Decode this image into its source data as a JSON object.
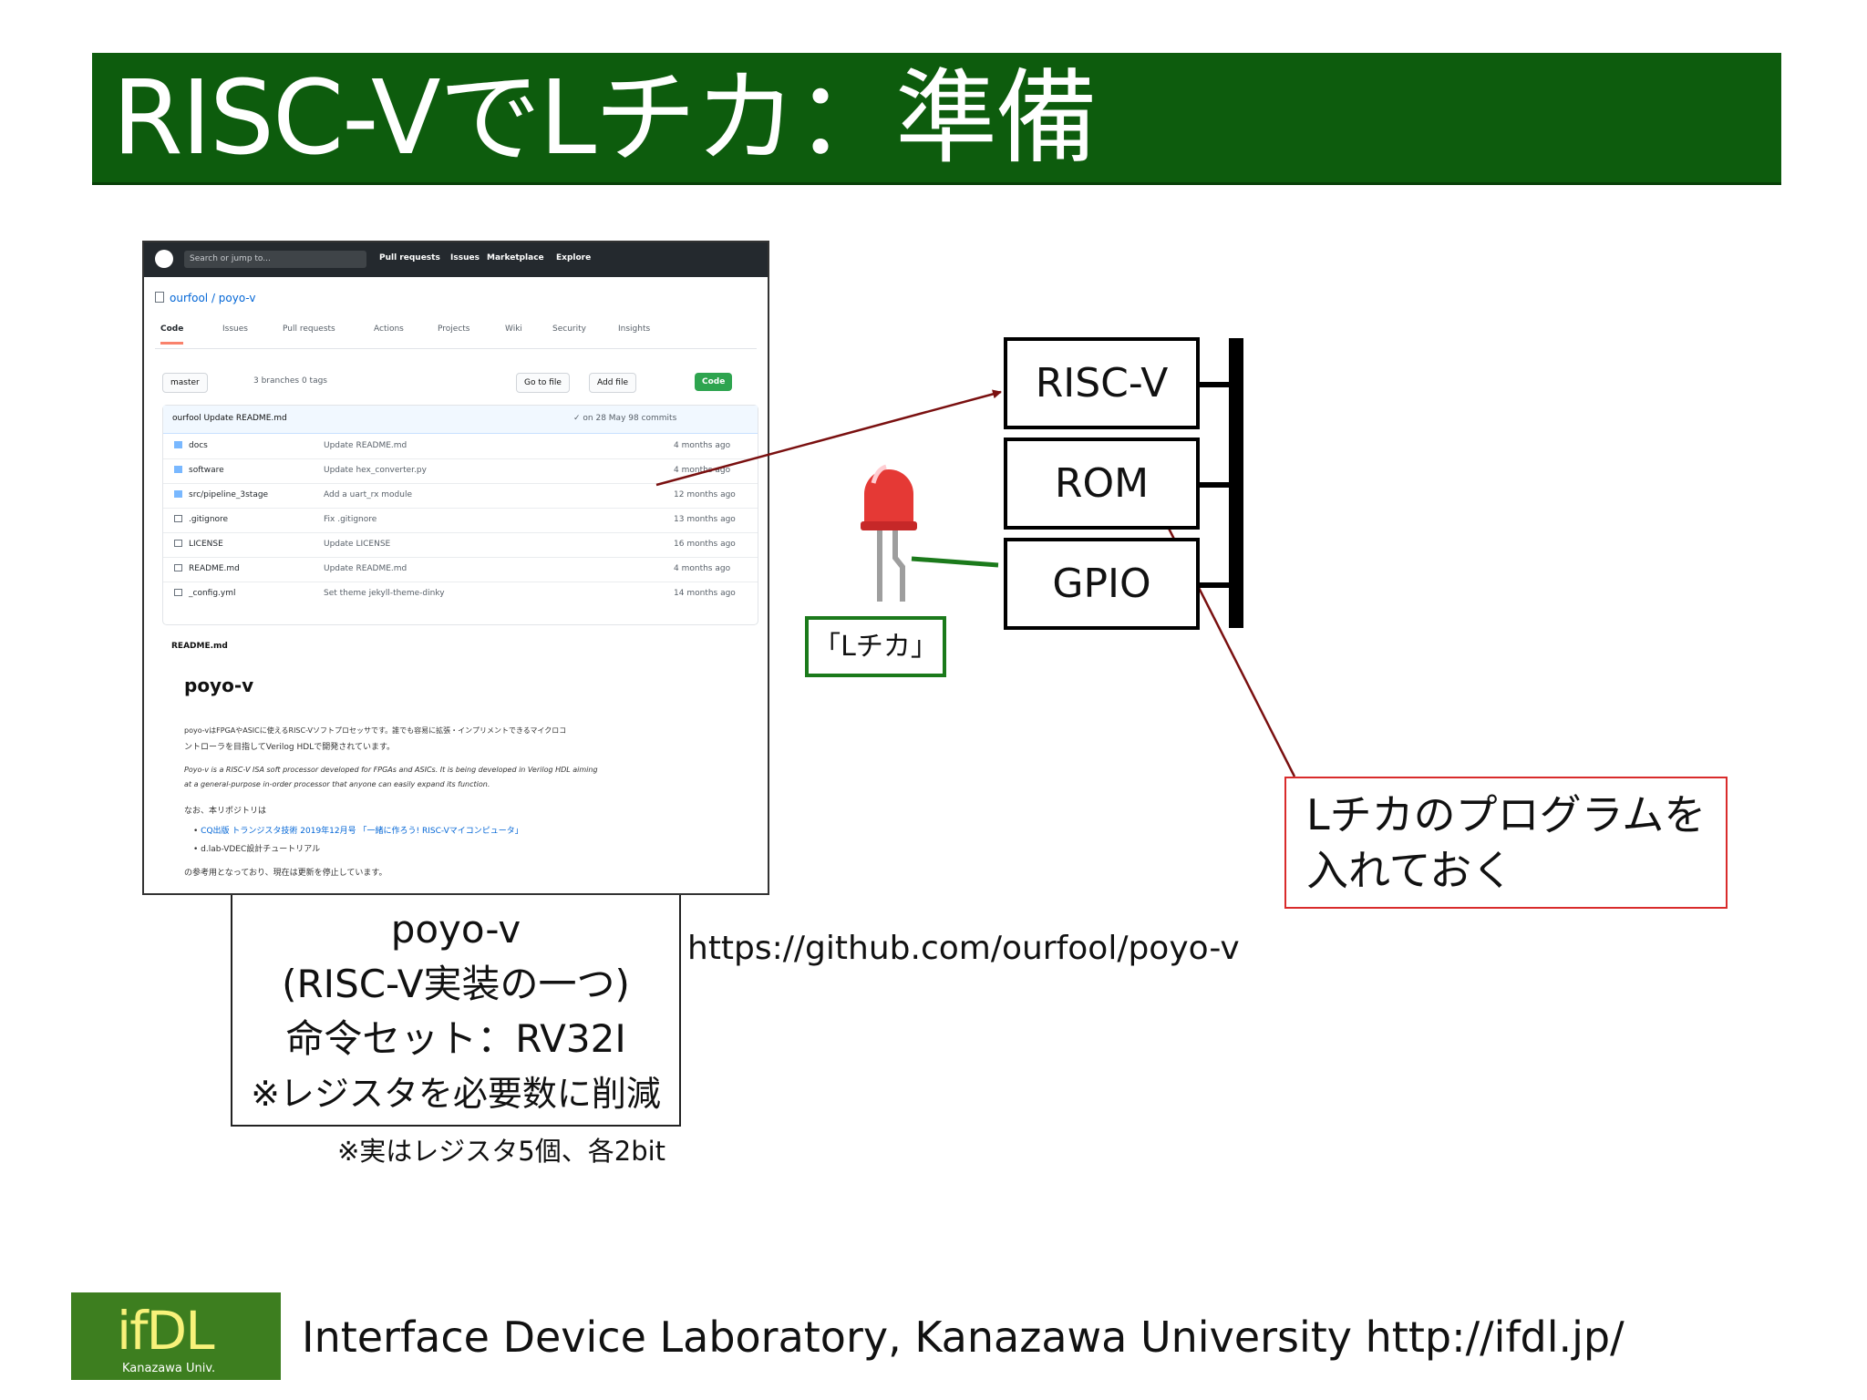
{
  "title": "RISC-VでLチカ：準備",
  "github": {
    "search_placeholder": "Search or jump to...",
    "nav": [
      "Pull requests",
      "Issues",
      "Marketplace",
      "Explore"
    ],
    "repo": "ourfool / poyo-v",
    "tabs": [
      "Code",
      "Issues",
      "Pull requests",
      "Actions",
      "Projects",
      "Wiki",
      "Security",
      "Insights"
    ],
    "branch": "master",
    "branches_info": "3 branches   0 tags",
    "go_to_file": "Go to file",
    "add_file": "Add file",
    "code_button": "Code",
    "commit_author": "ourfool Update README.md",
    "commit_meta": "✓ on 28 May   98 commits",
    "files": [
      {
        "name": "docs",
        "type": "dir",
        "message": "Update README.md",
        "age": "4 months ago"
      },
      {
        "name": "software",
        "type": "dir",
        "message": "Update hex_converter.py",
        "age": "4 months ago"
      },
      {
        "name": "src/pipeline_3stage",
        "type": "dir",
        "message": "Add a uart_rx module",
        "age": "12 months ago"
      },
      {
        "name": ".gitignore",
        "type": "file",
        "message": "Fix .gitignore",
        "age": "13 months ago"
      },
      {
        "name": "LICENSE",
        "type": "file",
        "message": "Update LICENSE",
        "age": "16 months ago"
      },
      {
        "name": "README.md",
        "type": "file",
        "message": "Update README.md",
        "age": "4 months ago"
      },
      {
        "name": "_config.yml",
        "type": "file",
        "message": "Set theme jekyll-theme-dinky",
        "age": "14 months ago"
      }
    ],
    "readme_label": "README.md",
    "readme_title": "poyo-v",
    "readme_ja_1": "poyo-vはFPGAやASICに使えるRISC-Vソフトプロセッサです。誰でも容易に拡張・インプリメントできるマイクロコ",
    "readme_ja_2": "ントローラを目指してVerilog HDLで開発されています。",
    "readme_en_1": "Poyo-v is a RISC-V ISA soft processor developed for FPGAs and ASICs. It is being developed in Verilog HDL aiming",
    "readme_en_2": "at a general-purpose in-order processor that anyone can easily expand its function.",
    "readme_note": "なお、本リポジトリは",
    "readme_link_1": "CQ出版 トランジスタ技術 2019年12月号 「一緒に作ろう! RISC-Vマイコンピュータ」",
    "readme_link_2": "d.lab-VDEC設計チュートリアル",
    "readme_footer": "の参考用となっており、現在は更新を停止しています。"
  },
  "caption": {
    "line1": "poyo-v",
    "line2": "(RISC-V実装の一つ)",
    "line3": "命令セット：RV32I",
    "line4": "※レジスタを必要数に削減"
  },
  "caption_note": "※実はレジスタ5個、各2bit",
  "url": "https://github.com/ourfool/poyo-v",
  "diagram": {
    "blocks": [
      "RISC-V",
      "ROM",
      "GPIO"
    ],
    "lchika_label": "「Lチカ」",
    "note_line1": "Lチカのプログラムを",
    "note_line2": "入れておく"
  },
  "footer": {
    "logo_text": "ifDL",
    "logo_sub": "Kanazawa Univ.",
    "text": "Interface Device Laboratory, Kanazawa University  http://ifdl.jp/"
  },
  "colors": {
    "title_bg": "#0d5c0d",
    "arrow": "#7a1010",
    "led_red": "#e53935",
    "green_line": "#1b7a1b",
    "note_border": "#d92b2b"
  }
}
